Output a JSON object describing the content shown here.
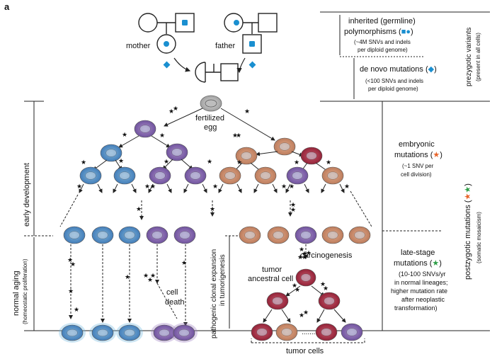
{
  "panel_label": "a",
  "family": {
    "mother_label": "mother",
    "father_label": "father"
  },
  "prezygotic": {
    "inherited_line1": "inherited (germline)",
    "inherited_line2": "polymorphisms (",
    "inherited_line2_end": ")",
    "inherited_detail1": "(~4M SNVs and indels",
    "inherited_detail2": "per diploid genome)",
    "denovo_line1": "de novo mutations (",
    "denovo_line1_end": ")",
    "denovo_detail1": "(<100 SNVs and indels",
    "denovo_detail2": "per diploid genome)",
    "side_label1": "prezygotic variants",
    "side_label2": "(present in all cells)"
  },
  "zygote": {
    "label1": "fertilized",
    "label2": "egg"
  },
  "embryonic": {
    "line1": "embryonic",
    "line2": "mutations (",
    "line2_end": ")",
    "detail1": "(~1 SNV per",
    "detail2": "cell division)"
  },
  "late_stage": {
    "line1": "late-stage",
    "line2": "mutations (",
    "line2_end": ")",
    "detail1": "(10-100 SNVs/yr",
    "detail2": "in normal lineages;",
    "detail3": "higher mutation rate",
    "detail4": "after neoplastic",
    "detail5": "transformation)"
  },
  "postzygotic": {
    "label1": "postzygotic mutations (",
    "label1_end": ")",
    "label2": "(somatic mosaicism)"
  },
  "left_labels": {
    "early_development": "early development",
    "normal_aging1": "normal aging",
    "normal_aging2": "(homeostatic proliferation)"
  },
  "tumor": {
    "expansion1": "pathogenic clonal expansion",
    "expansion2": "in tumorigenesis",
    "carcinogenesis": "carcinogenesis",
    "ancestral1": "tumor",
    "ancestral2": "ancestral cell",
    "tumor_cells": "tumor cells",
    "cell_death1": "cell",
    "cell_death2": "death"
  },
  "colors": {
    "embryonic_star": "#e8632a",
    "late_star": "#2e9e47",
    "inherited_marker": "#1a8fd0",
    "line": "#222222"
  },
  "icons": {
    "inherited_square": "blue-square-icon",
    "inherited_circle": "blue-circle-icon",
    "denovo_diamond": "blue-diamond-icon",
    "embryonic": "orange-star-icon",
    "late": "green-star-icon"
  }
}
